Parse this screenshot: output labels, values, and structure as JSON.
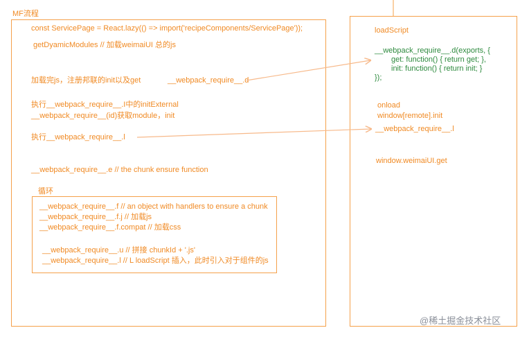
{
  "left": {
    "title": "MF流程",
    "lines": {
      "l1": "const ServicePage = React.lazy(() => import('recipeComponents/ServicePage'));",
      "l2": "getDyamicModules // 加载weimaiUI 总的js",
      "l3a": "加载完js，注册邦联的init以及get",
      "l3b": "__webpack_require__.d",
      "l4": "执行__webpack_require__.I中的initExternal",
      "l5": "__webpack_require__(id)获取module，init",
      "l6": "执行__webpack_require__.l",
      "l7": "__webpack_require__.e // the chunk ensure function"
    },
    "loop": {
      "label": "循环",
      "lines": [
        "__webpack_require__.f // an object with handlers to ensure a chunk",
        "__webpack_require__.f.j // 加载js",
        "__webpack_require__.f.compat // 加载css",
        "__webpack_require__.u // 拼接 chunkId + '.js'",
        "__webpack_require__.l // L loadScript 插入，此时引入对于组件的js"
      ]
    }
  },
  "right": {
    "load_script": "loadScript",
    "code": [
      "__webpack_require__.d(exports, {",
      "get: function() { return get; },",
      "init: function() { return init; }",
      "});"
    ],
    "onload": "onload",
    "remote_init": "window[remote].init",
    "require_l": "__webpack_require__.l",
    "weimai_get": "window.weimaiUI.get"
  },
  "watermark": "@稀土掘金技术社区",
  "colors": {
    "orange": "#f08a24",
    "green": "#2d8a3e",
    "arrow": "#f7b98a"
  }
}
